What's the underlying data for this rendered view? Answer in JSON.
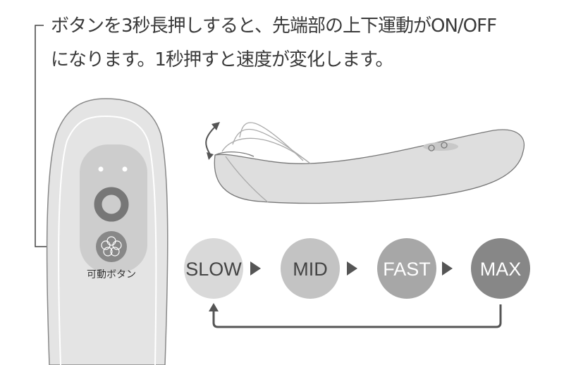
{
  "instructions": {
    "line1": "ボタンを3秒長押しすると、先端部の上下運動がON/OFF",
    "line2": "になります。1秒押すと速度が変化します。"
  },
  "device": {
    "button_label": "可動ボタン"
  },
  "speed_cycle": {
    "levels": [
      {
        "label": "SLOW",
        "color": "#d9d9d9",
        "text_color": "#444444"
      },
      {
        "label": "MID",
        "color": "#c3c3c3",
        "text_color": "#444444"
      },
      {
        "label": "FAST",
        "color": "#a7a7a7",
        "text_color": "#ffffff"
      },
      {
        "label": "MAX",
        "color": "#878787",
        "text_color": "#ffffff"
      }
    ]
  }
}
